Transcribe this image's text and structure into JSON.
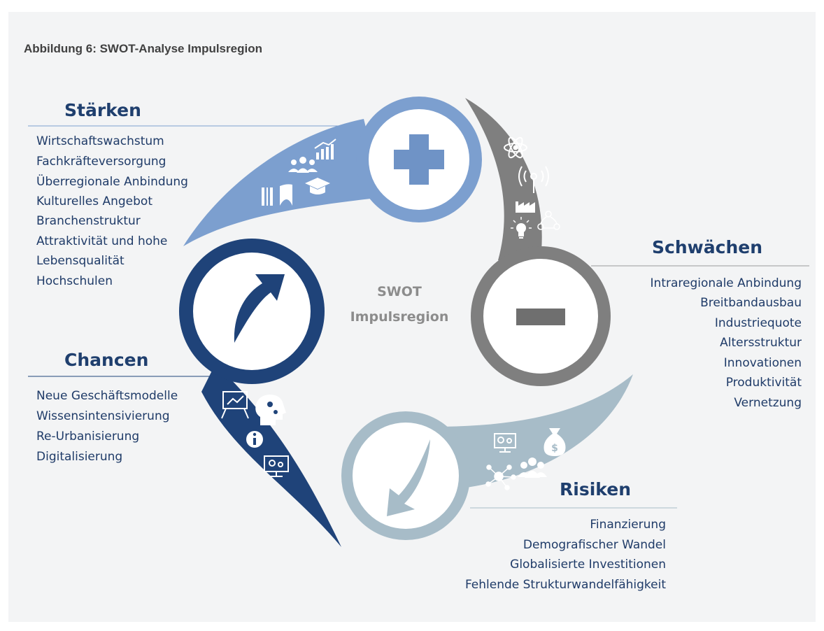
{
  "title": "Abbildung 6: SWOT-Analyse Impulsregion",
  "center": {
    "line1": "SWOT",
    "line2": "Impulsregion"
  },
  "colors": {
    "staerken": "#7c9fcf",
    "schwaechen": "#7f7f7f",
    "risiken": "#a7bcc8",
    "chancen": "#1f4379",
    "heading": "#1f3f6e",
    "text": "#1f3b68",
    "background": "#f3f4f5"
  },
  "staerken": {
    "heading": "Stärken",
    "symbol": "plus-icon",
    "items": [
      "Wirtschaftswachstum",
      "Fachkräfteversorgung",
      "Überregionale Anbindung",
      "Kulturelles Angebot",
      "Branchenstruktur",
      "Attraktivität und hohe",
      "Lebensqualität",
      "Hochschulen"
    ],
    "icons": [
      "people-icon",
      "growth-chart-icon",
      "graduation-cap-icon",
      "road-icon",
      "bridge-icon"
    ]
  },
  "schwaechen": {
    "heading": "Schwächen",
    "symbol": "minus-icon",
    "items": [
      "Intraregionale Anbindung",
      "Breitbandausbau",
      "Industriequote",
      "Altersstruktur",
      "Innovationen",
      "Produktivität",
      "Vernetzung"
    ],
    "icons": [
      "atom-icon",
      "antenna-icon",
      "factory-icon",
      "network-cycle-icon",
      "lightbulb-icon"
    ]
  },
  "risiken": {
    "heading": "Risiken",
    "symbol": "arrow-down-icon",
    "items": [
      "Finanzierung",
      "Demografischer Wandel",
      "Globalisierte Investitionen",
      "Fehlende Strukturwandelfähigkeit"
    ],
    "icons": [
      "monitor-gears-icon",
      "money-bag-icon",
      "network-nodes-icon",
      "group-icon"
    ]
  },
  "chancen": {
    "heading": "Chancen",
    "symbol": "arrow-up-icon",
    "items": [
      "Neue Geschäftsmodelle",
      "Wissensintensivierung",
      "Re-Urbanisierung",
      "Digitalisierung"
    ],
    "icons": [
      "presentation-icon",
      "head-gears-icon",
      "info-icon",
      "monitor-gears-icon"
    ]
  }
}
